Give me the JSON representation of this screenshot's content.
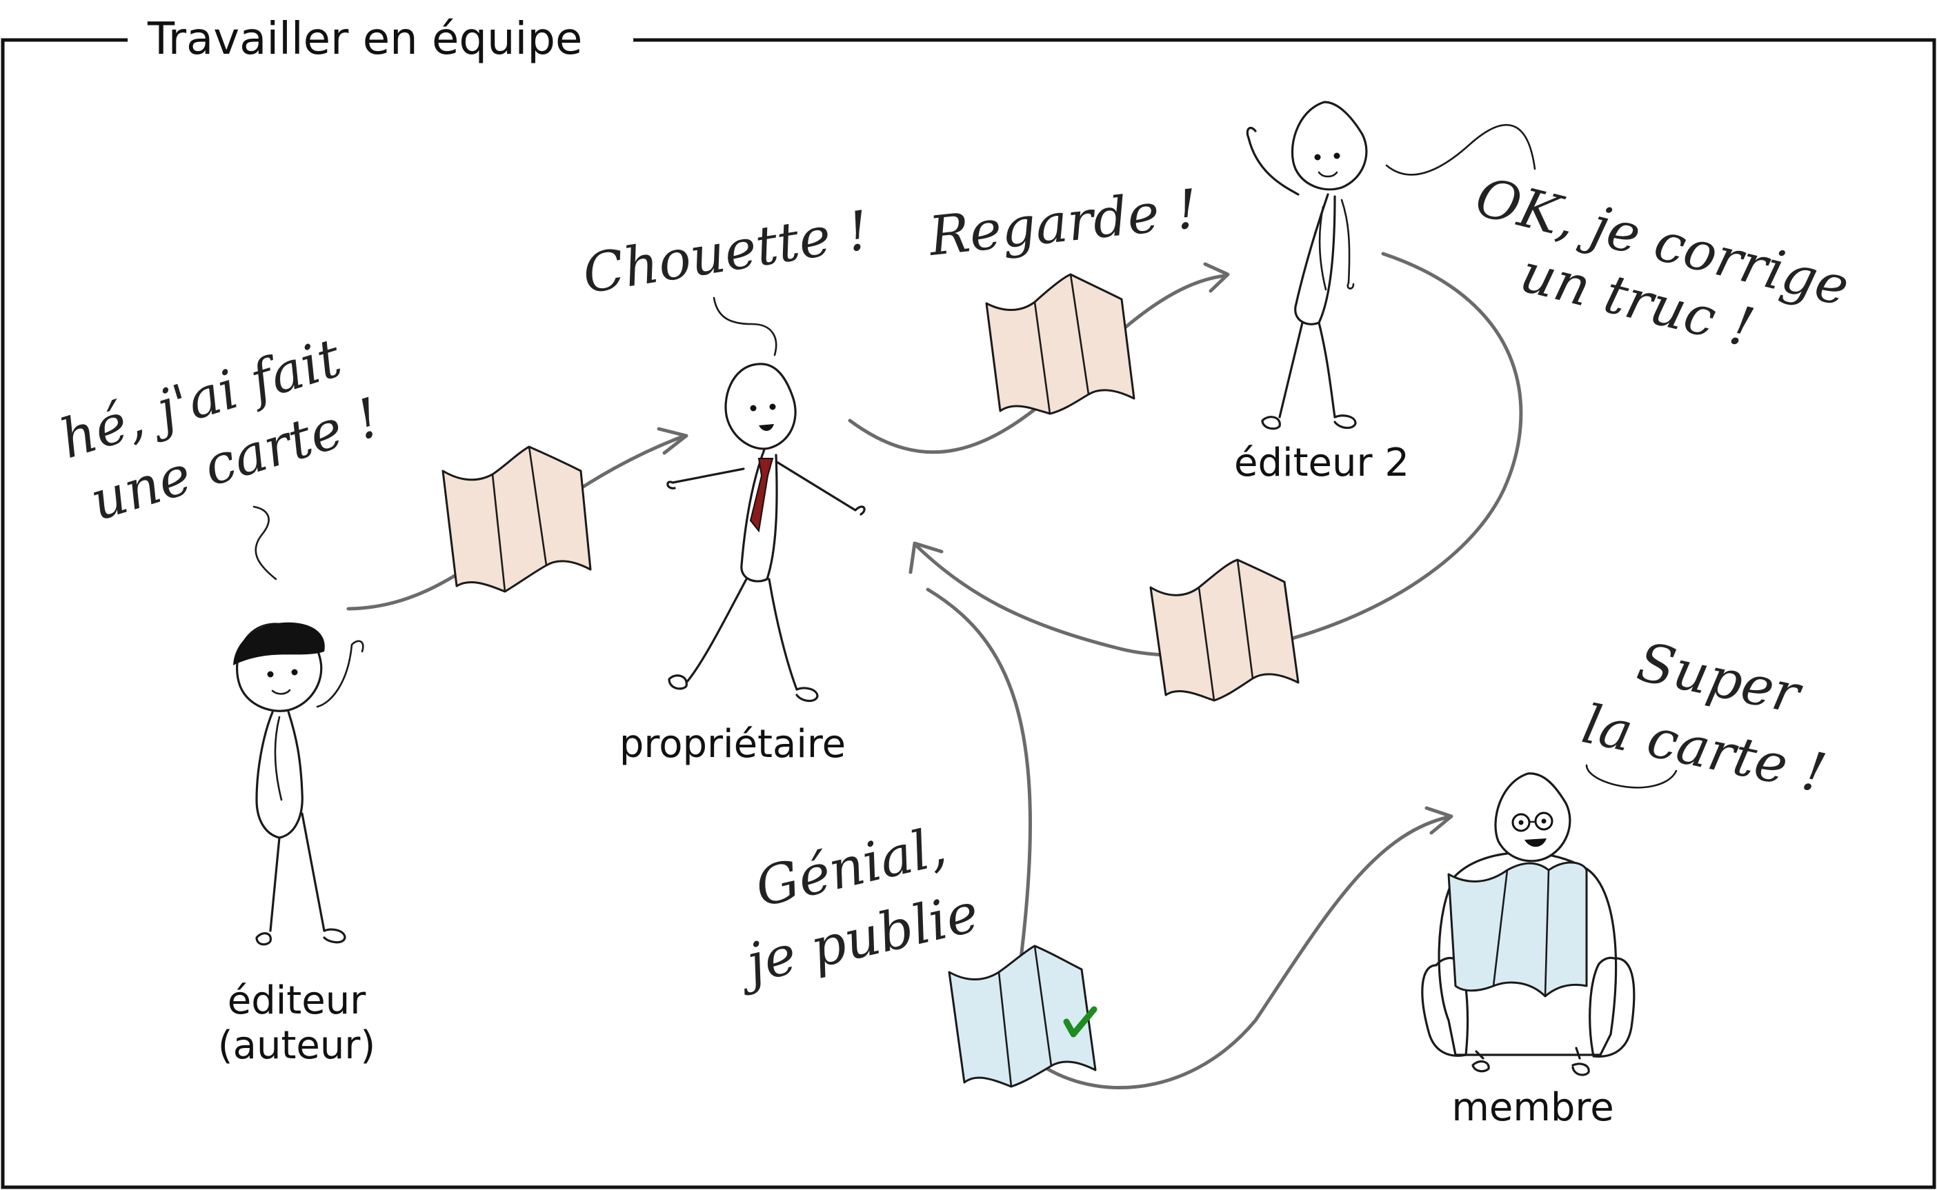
{
  "frame": {
    "title": "Travailler en équipe"
  },
  "roles": {
    "editor_author_line1": "éditeur",
    "editor_author_line2": "(auteur)",
    "owner": "propriétaire",
    "editor2": "éditeur 2",
    "member": "membre"
  },
  "speech": {
    "editor_line1": "hé, j'ai fait",
    "editor_line2": "une carte !",
    "owner_chouette": "Chouette !",
    "owner_regarde": "Regarde !",
    "editor2_line1": "OK, je corrige",
    "editor2_line2": "un truc !",
    "owner_genial_line1": "Génial,",
    "owner_genial_line2": "je publie",
    "member_line1": "Super",
    "member_line2": "la carte !"
  },
  "colors": {
    "map_draft": "#f3e2d5",
    "map_published": "#d8ebf2",
    "tie": "#8b1a1a",
    "check": "#1e8c1e",
    "arrow": "#6b6b6b"
  },
  "icons": [
    "map-icon",
    "check-icon",
    "cap-icon",
    "tie-icon",
    "glasses-icon",
    "armchair-icon"
  ]
}
